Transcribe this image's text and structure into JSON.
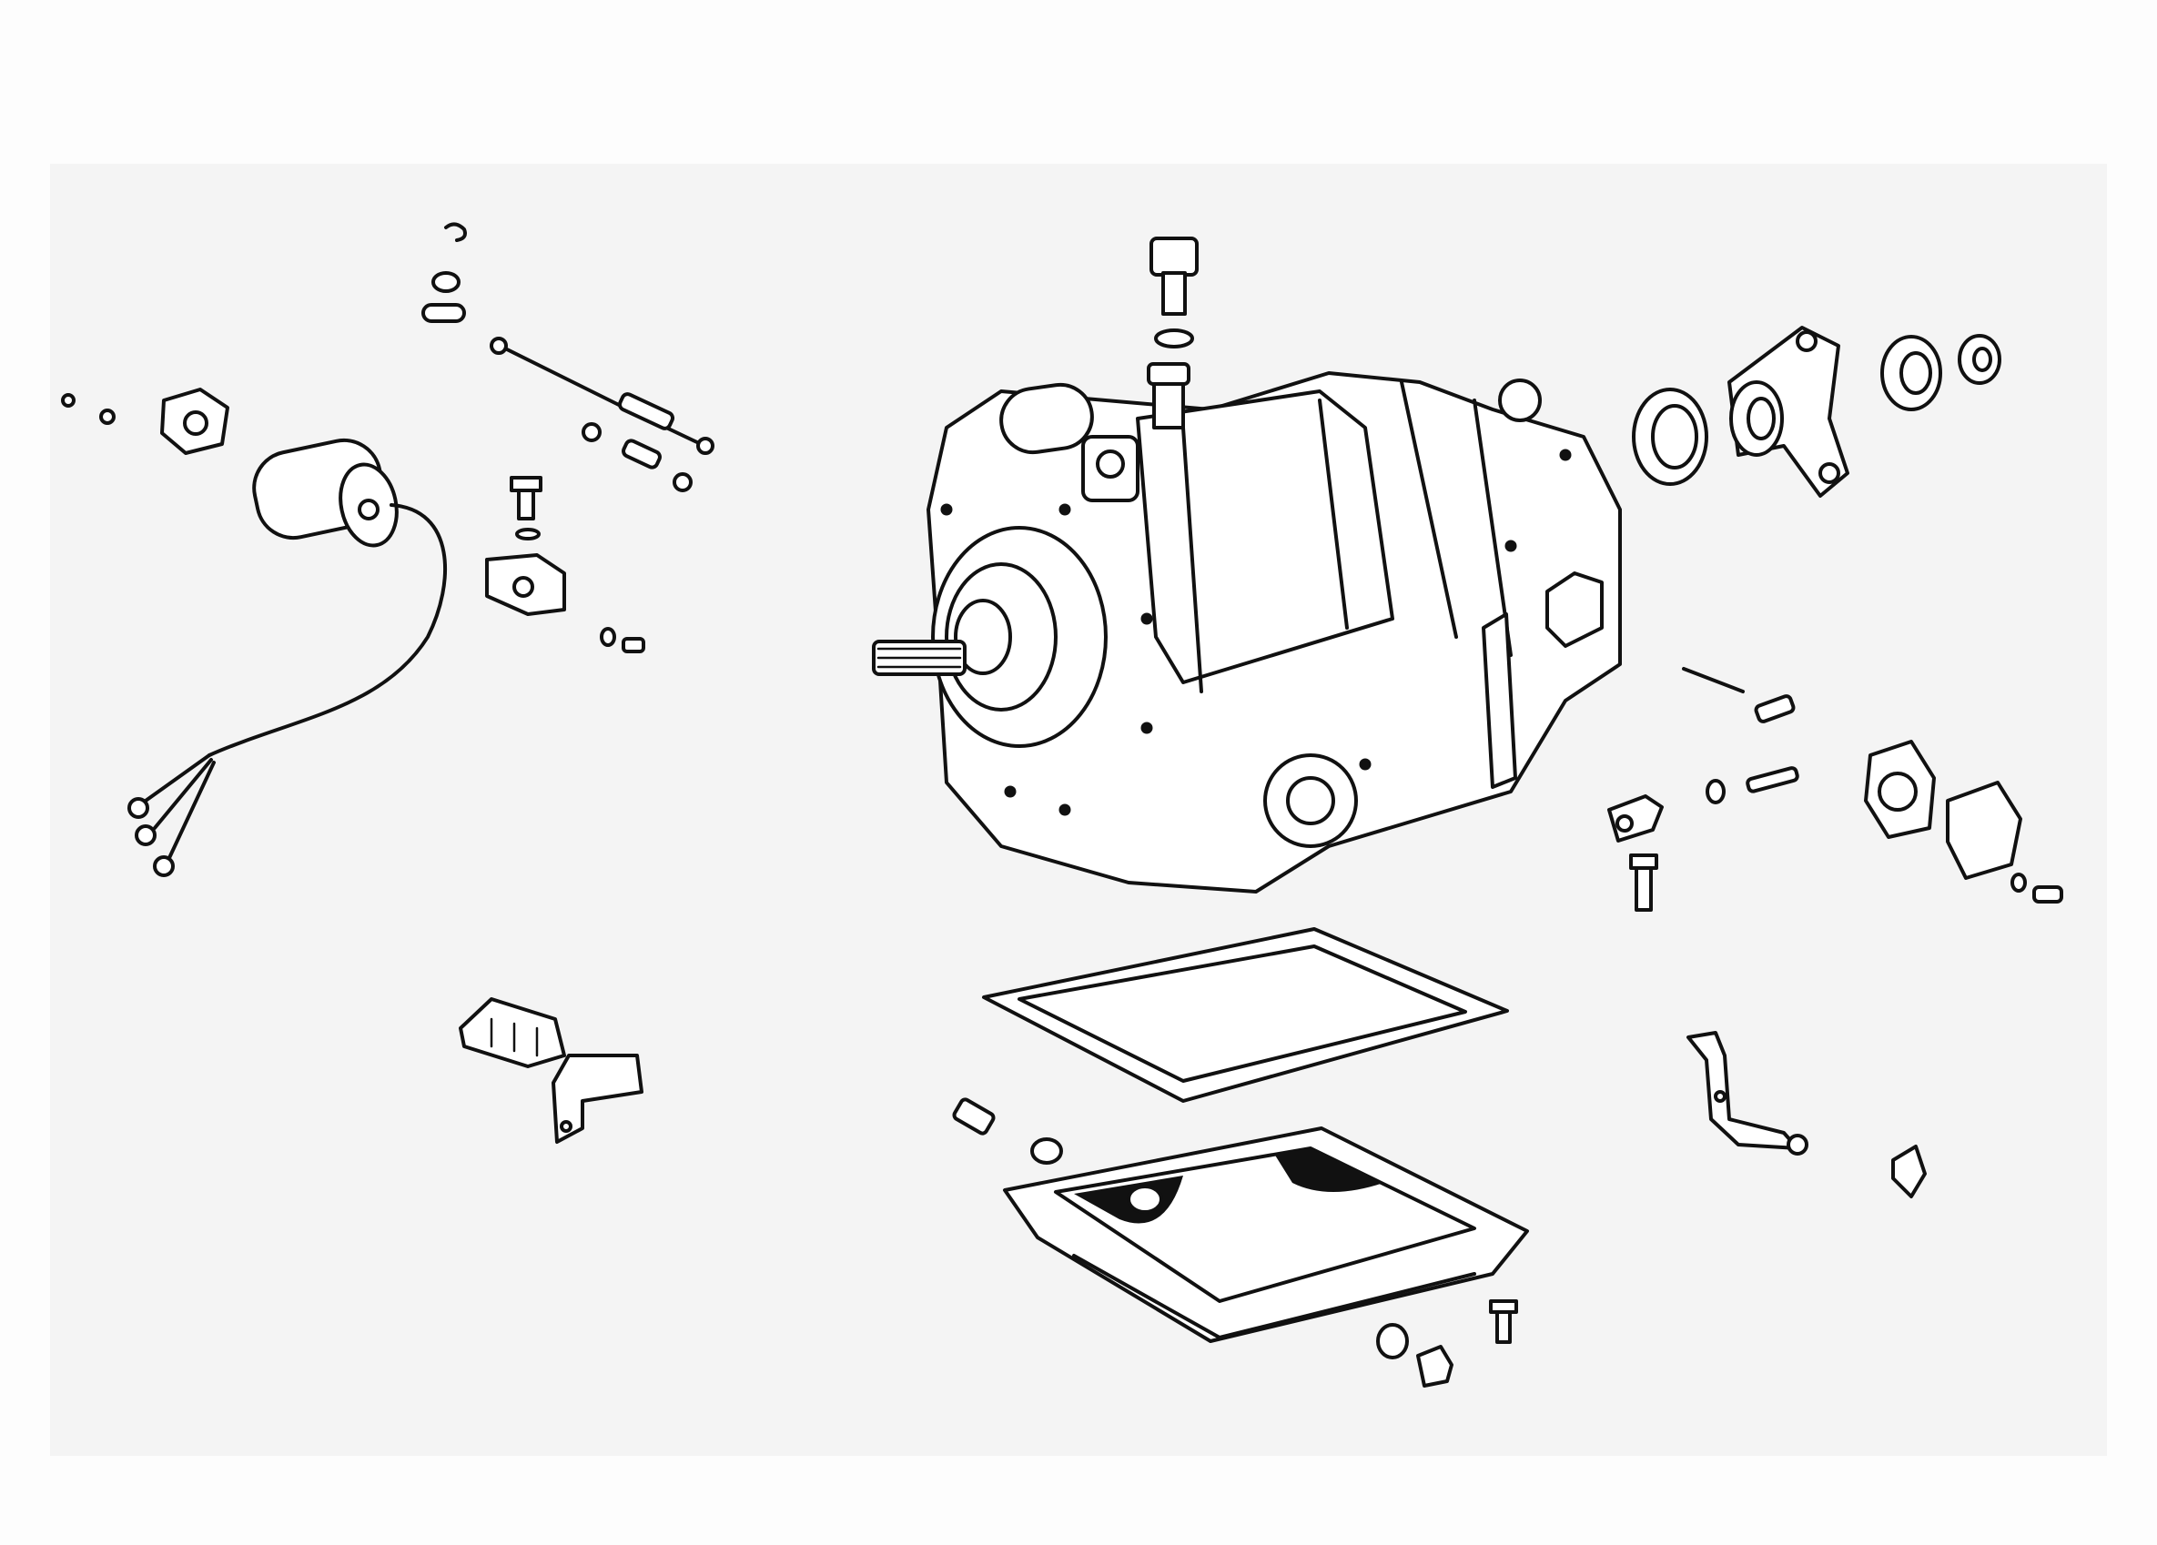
{
  "diagram": {
    "type": "exploded-parts-drawing",
    "colors": {
      "ink": "#111111",
      "paper": "#fdfdfd",
      "scan_shade": "#f3f3f3"
    },
    "parts": [
      "transmission-housing",
      "oil-pan-gasket",
      "oil-pan",
      "solenoid",
      "shift-cable",
      "output-flange",
      "seal-ring",
      "washer",
      "nut",
      "bracket",
      "clip",
      "plate",
      "cover-gaskets",
      "breather-bolt",
      "drain-plug",
      "bolt"
    ]
  }
}
